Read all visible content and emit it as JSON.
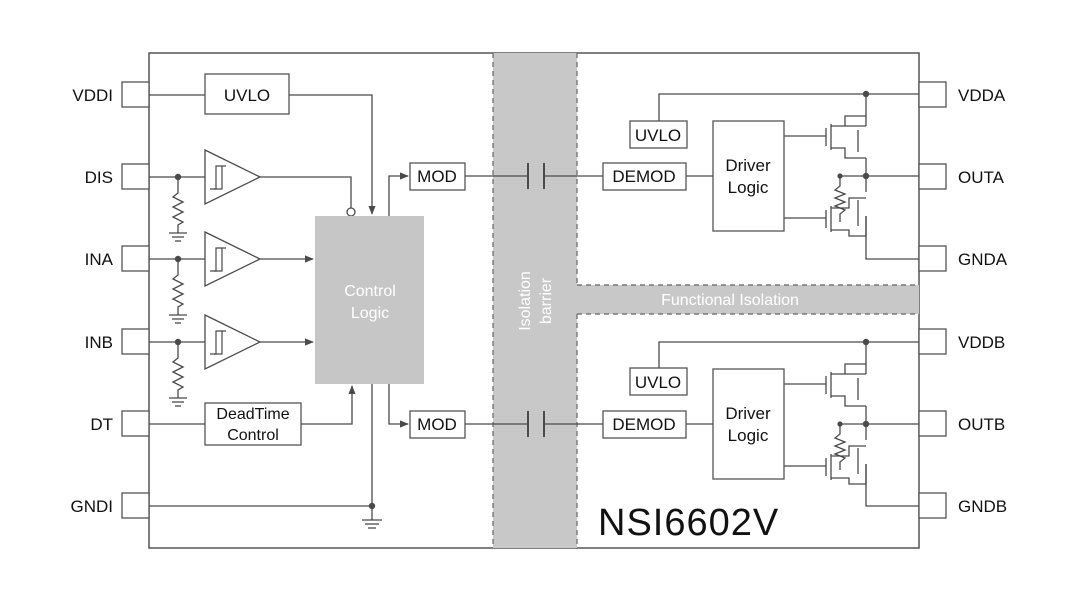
{
  "pins_left": [
    "VDDI",
    "DIS",
    "INA",
    "INB",
    "DT",
    "GNDI"
  ],
  "pins_right": [
    "VDDA",
    "OUTA",
    "GNDA",
    "VDDB",
    "OUTB",
    "GNDB"
  ],
  "blocks": {
    "uvlo_left": "UVLO",
    "control_logic": [
      "Control",
      "Logic"
    ],
    "deadtime": [
      "DeadTime",
      "Control"
    ],
    "mod_a": "MOD",
    "mod_b": "MOD",
    "demod_a": "DEMOD",
    "demod_b": "DEMOD",
    "uvlo_a": "UVLO",
    "uvlo_b": "UVLO",
    "driver_a": [
      "Driver",
      "Logic"
    ],
    "driver_b": [
      "Driver",
      "Logic"
    ]
  },
  "isolation_barrier": [
    "Isolation",
    "barrier"
  ],
  "functional_isolation": "Functional Isolation",
  "part_number": "NSI6602V",
  "colors": {
    "line": "#4a4a4a",
    "barrier_fill": "#c8c8c8",
    "control_fill": "#c6c6c6",
    "barrier_text": "#ffffff",
    "outline": "#555555"
  }
}
